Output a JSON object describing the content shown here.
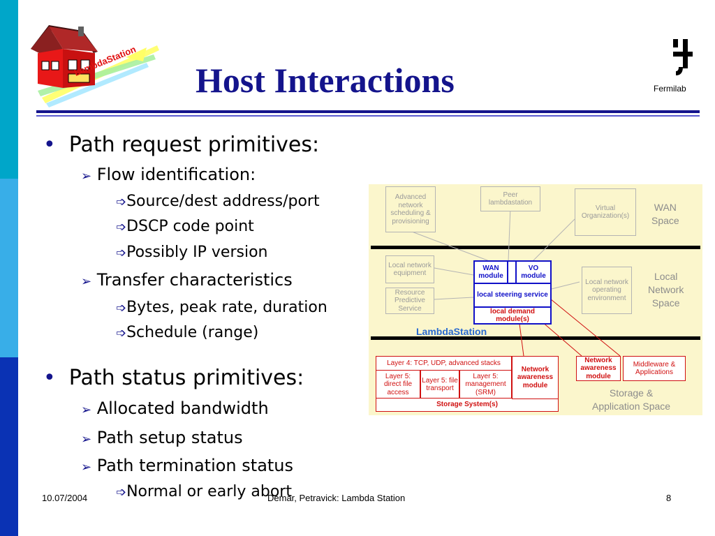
{
  "header": {
    "title": "Host Interactions",
    "logo_text": "LambdaStation",
    "fermilab_label": "Fermilab"
  },
  "bullets": {
    "b1": "Path request primitives:",
    "b1_1": "Flow identification:",
    "b1_1_1": "Source/dest address/port",
    "b1_1_2": "DSCP code point",
    "b1_1_3": "Possibly IP version",
    "b1_2": "Transfer characteristics",
    "b1_2_1": "Bytes, peak rate, duration",
    "b1_2_2": "Schedule (range)",
    "b2": "Path status primitives:",
    "b2_1": "Allocated bandwidth",
    "b2_2": "Path setup status",
    "b2_3": "Path termination status",
    "b2_3_1": "Normal or early abort"
  },
  "markers": {
    "l1": "•",
    "l2": "➢",
    "l3": "➩"
  },
  "diagram": {
    "wan_space": "WAN\nSpace",
    "local_space": "Local\nNetwork\nSpace",
    "storage_space": "Storage &\nApplication Space",
    "advanced": "Advanced network scheduling & provisioning",
    "peer": "Peer lambdastation",
    "virtual_org": "Virtual Organization(s)",
    "local_equipment": "Local network equipment",
    "resource": "Resource Predictive Service",
    "local_env": "Local network operating environment",
    "wan_module": "WAN module",
    "vo_module": "VO module",
    "steering": "local steering service",
    "demand": "local demand module(s)",
    "lambdastation": "LambdaStation",
    "layer4": "Layer 4: TCP, UDP, advanced stacks",
    "l5_direct": "Layer 5: direct file access",
    "l5_transport": "Layer 5: file transport",
    "l5_mgmt": "Layer 5: management (SRM)",
    "storage": "Storage System(s)",
    "naw_left": "Network awareness module",
    "naw_right": "Network awareness module",
    "middleware": "Middleware & Applications"
  },
  "footer": {
    "date": "10.07/2004",
    "authors": "Demar, Petravick: Lambda Station",
    "page": "8"
  }
}
